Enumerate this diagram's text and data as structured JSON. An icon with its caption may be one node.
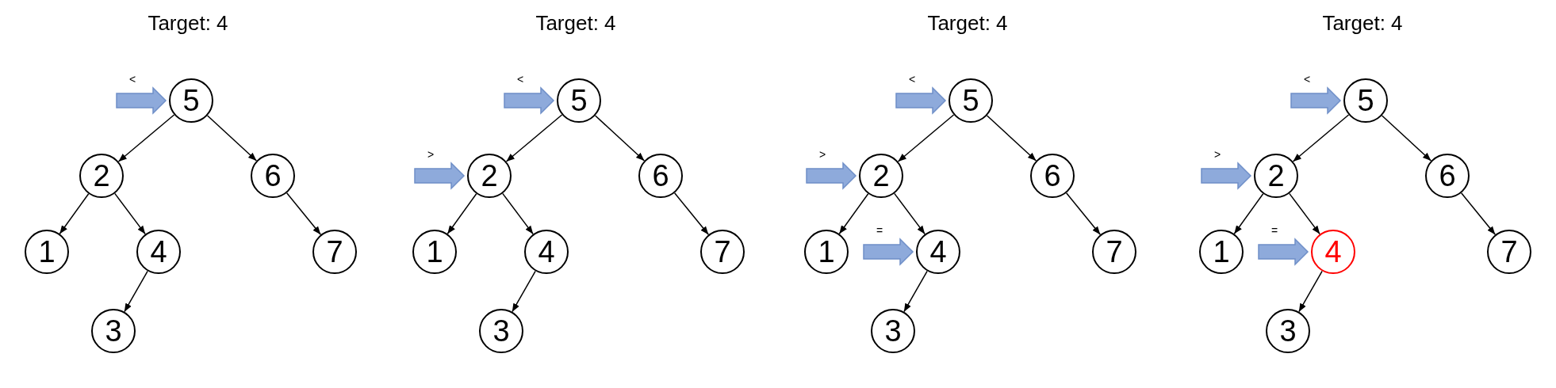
{
  "diagram": {
    "nodes": [
      {
        "text": [
          "5"
        ]
      },
      {
        "text": [
          "2"
        ]
      },
      {
        "text": [
          "6"
        ]
      },
      {
        "text": [
          "1"
        ]
      },
      {
        "text": [
          "4"
        ]
      },
      {
        "text": [
          "7"
        ]
      },
      {
        "text": [
          "3"
        ]
      },
      {
        "text": [
          "5"
        ]
      },
      {
        "text": [
          "2"
        ]
      },
      {
        "text": [
          "6"
        ]
      },
      {
        "text": [
          "1"
        ]
      },
      {
        "text": [
          "4"
        ]
      },
      {
        "text": [
          "7"
        ]
      },
      {
        "text": [
          "3"
        ]
      },
      {
        "text": [
          "5"
        ]
      },
      {
        "text": [
          "2"
        ]
      },
      {
        "text": [
          "6"
        ]
      },
      {
        "text": [
          "1"
        ]
      },
      {
        "text": [
          "4"
        ]
      },
      {
        "text": [
          "7"
        ]
      },
      {
        "text": [
          "3"
        ]
      },
      {
        "text": [
          "5"
        ]
      },
      {
        "text": [
          "2"
        ]
      },
      {
        "text": [
          "6"
        ]
      },
      {
        "text": [
          "1"
        ]
      },
      {
        "text": [
          "4"
        ]
      },
      {
        "text": [
          "7"
        ]
      },
      {
        "text": [
          "3"
        ]
      }
    ],
    "edges": [
      {
        "from": 0,
        "to": 1,
        "arrow": "to"
      },
      {
        "from": 0,
        "to": 2,
        "arrow": "to"
      },
      {
        "from": 1,
        "to": 3,
        "arrow": "to"
      },
      {
        "from": 1,
        "to": 4,
        "arrow": "to"
      },
      {
        "from": 2,
        "to": 5,
        "arrow": "to"
      },
      {
        "from": 4,
        "to": 6,
        "arrow": "to"
      },
      {
        "from": null,
        "to": 0,
        "arrow": "to",
        "label": "<",
        "style": "thick",
        "color": "#8eaadb"
      },
      {
        "from": 7,
        "to": 8,
        "arrow": "to"
      },
      {
        "from": 7,
        "to": 9,
        "arrow": "to"
      },
      {
        "from": 8,
        "to": 10,
        "arrow": "to"
      },
      {
        "from": 8,
        "to": 11,
        "arrow": "to"
      },
      {
        "from": 9,
        "to": 12,
        "arrow": "to"
      },
      {
        "from": 11,
        "to": 13,
        "arrow": "to"
      },
      {
        "from": null,
        "to": 7,
        "arrow": "to",
        "label": "<",
        "style": "thick",
        "color": "#8eaadb"
      },
      {
        "from": null,
        "to": 8,
        "arrow": "to",
        "label": ">",
        "style": "thick",
        "color": "#8eaadb"
      },
      {
        "from": 14,
        "to": 15,
        "arrow": "to"
      },
      {
        "from": 14,
        "to": 16,
        "arrow": "to"
      },
      {
        "from": 15,
        "to": 17,
        "arrow": "to"
      },
      {
        "from": 15,
        "to": 18,
        "arrow": "to"
      },
      {
        "from": 16,
        "to": 19,
        "arrow": "to"
      },
      {
        "from": 18,
        "to": 20,
        "arrow": "to"
      },
      {
        "from": null,
        "to": 14,
        "arrow": "to",
        "label": "<",
        "style": "thick",
        "color": "#8eaadb"
      },
      {
        "from": null,
        "to": 15,
        "arrow": "to",
        "label": ">",
        "style": "thick",
        "color": "#8eaadb"
      },
      {
        "from": null,
        "to": 18,
        "arrow": "to",
        "label": "=",
        "style": "thick",
        "color": "#8eaadb"
      },
      {
        "from": 21,
        "to": 22,
        "arrow": "to"
      },
      {
        "from": 21,
        "to": 23,
        "arrow": "to"
      },
      {
        "from": 22,
        "to": 24,
        "arrow": "to"
      },
      {
        "from": 22,
        "to": 25,
        "arrow": "to"
      },
      {
        "from": 23,
        "to": 26,
        "arrow": "to"
      },
      {
        "from": 25,
        "to": 27,
        "arrow": "to"
      },
      {
        "from": null,
        "to": 21,
        "arrow": "to",
        "label": "<",
        "style": "thick",
        "color": "#8eaadb"
      },
      {
        "from": null,
        "to": 22,
        "arrow": "to",
        "label": ">",
        "style": "thick",
        "color": "#8eaadb"
      },
      {
        "from": null,
        "to": 25,
        "arrow": "to",
        "label": "=",
        "style": "thick",
        "color": "#8eaadb"
      }
    ],
    "labels": [
      "Target: 4",
      "Target: 4",
      "Target: 4",
      "Target: 4"
    ]
  }
}
